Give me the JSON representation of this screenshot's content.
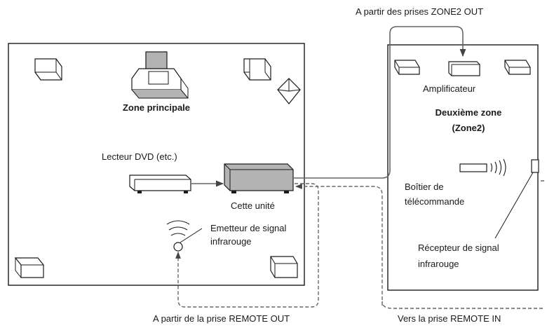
{
  "zone2_out_source": "A partir des prises ZONE2 OUT",
  "main_zone_title": "Zone principale",
  "dvd_player_label": "Lecteur DVD (etc.)",
  "this_unit_label": "Cette unité",
  "ir_emitter_line1": "Emetteur de signal",
  "ir_emitter_line2": "infrarouge",
  "remote_out_label": "A partir de la prise REMOTE OUT",
  "amplifier_label": "Amplificateur",
  "second_zone_line1": "Deuxième zone",
  "second_zone_line2": "(Zone2)",
  "remote_box_line1": "Boîtier de",
  "remote_box_line2": "télécommande",
  "ir_receiver_line1": "Récepteur de signal",
  "ir_receiver_line2": "infrarouge",
  "remote_in_label": "Vers la prise REMOTE IN",
  "colors": {
    "line": "#1a1a1a",
    "gray_fill": "#b3b3b3",
    "cable": "#666666"
  },
  "icons": [
    "speaker-icon",
    "tv-icon",
    "dvd-player-icon",
    "receiver-icon",
    "ir-emitter-icon",
    "amplifier-icon",
    "remote-control-icon",
    "ir-receiver-icon"
  ]
}
